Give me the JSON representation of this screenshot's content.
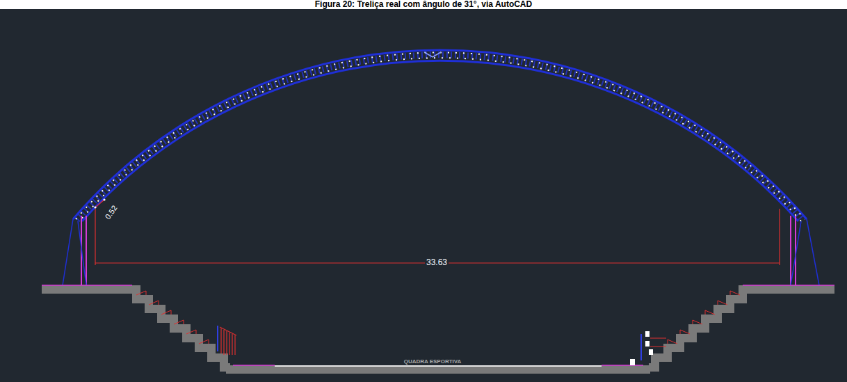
{
  "diagram": {
    "title": "Figura 20: Treliça real com ângulo de 31°, via AutoCAD",
    "labels": [
      "0.52",
      "33.63",
      "QUADRA ESPORTIVA"
    ]
  }
}
